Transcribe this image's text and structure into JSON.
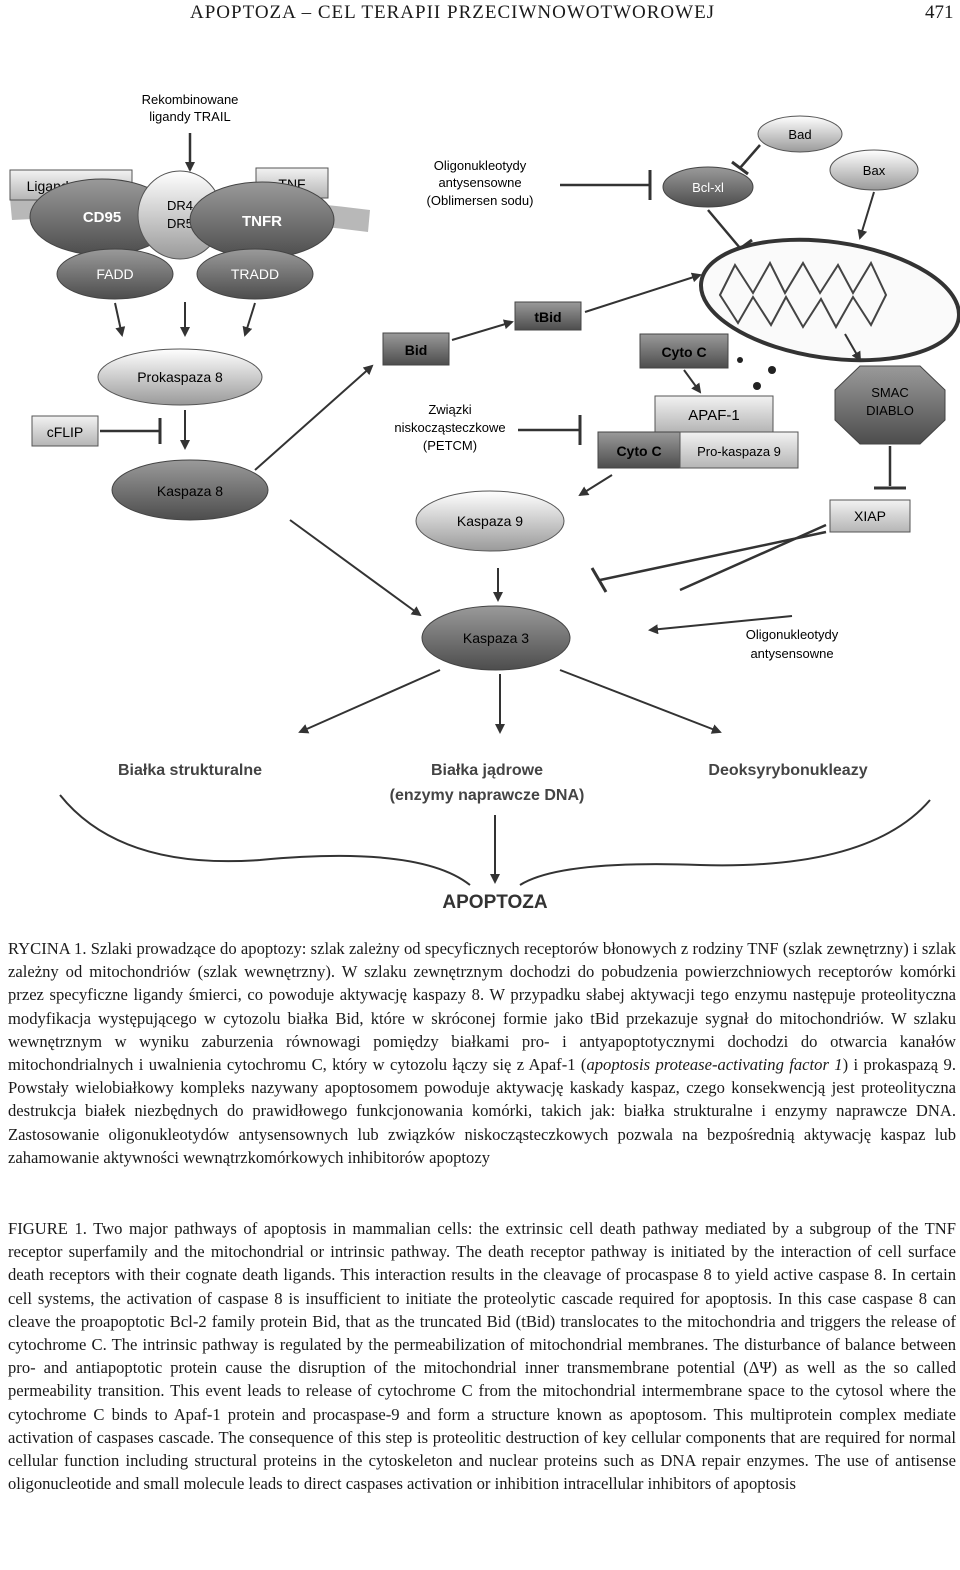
{
  "header": {
    "title": "APOPTOZA – CEL TERAPII PRZECIWNOWOTWOROWEJ",
    "page_number": "471"
  },
  "figure": {
    "recombinant_label_line1": "Rekombinowane",
    "recombinant_label_line2": "ligandy TRAIL",
    "ligand_cd95": "Ligandy CD95",
    "tnf": "TNF",
    "cd95": "CD95",
    "dr4": "DR4",
    "dr5": "DR5",
    "tnfr": "TNFR",
    "fadd": "FADD",
    "tradd": "TRADD",
    "prokaspaza8": "Prokaspaza 8",
    "cflip": "cFLIP",
    "kaspaza8": "Kaspaza 8",
    "bid": "Bid",
    "tbid": "tBid",
    "oligo1_line1": "Oligonukleotydy",
    "oligo1_line2": "antysensowne",
    "oligo1_line3": "(Oblimersen sodu)",
    "bad": "Bad",
    "bax": "Bax",
    "bclxl": "Bcl-xl",
    "cytoc_top": "Cyto C",
    "smac_line1": "SMAC",
    "smac_line2": "DIABLO",
    "small_mol_line1": "Związki",
    "small_mol_line2": "niskocząsteczkowe",
    "small_mol_line3": "(PETCM)",
    "apaf1": "APAF-1",
    "cytoc_complex": "Cyto C",
    "prokaspaza9": "Pro-kaspaza 9",
    "xiap": "XIAP",
    "kaspaza9": "Kaspaza 9",
    "kaspaza3": "Kaspaza 3",
    "oligo2_line1": "Oligonukleotydy",
    "oligo2_line2": "antysensowne",
    "structural": "Białka strukturalne",
    "nuclear_line1": "Białka jądrowe",
    "nuclear_line2": "(enzymy naprawcze DNA)",
    "deoxy": "Deoksyrybonukleazy",
    "apoptoza": "APOPTOZA"
  },
  "caption_pl": {
    "lead": "RYCINA 1.",
    "text_a": " Szlaki prowadzące do apoptozy: szlak zależny od specyficznych receptorów błonowych z rodziny TNF (szlak zewnętrzny) i szlak zależny od mitochondriów (szlak wewnętrzny). W szlaku zewnętrznym dochodzi do pobudzenia powierzchniowych receptorów komórki przez specyficzne ligandy śmierci, co powoduje aktywację kaspazy 8. W przypadku słabej aktywacji tego enzymu następuje proteolityczna modyfikacja występującego w cytozolu białka Bid, które w skróconej formie jako tBid przekazuje sygnał do mitochondriów. W szlaku wewnętrznym w wyniku zaburzenia równowagi pomiędzy białkami pro- i antyapoptotycznymi dochodzi do otwarcia kanałów mitochondrialnych i uwalnienia cytochromu C, który w cytozolu łączy się z Apaf-1 (",
    "italic": "apoptosis protease-activating factor 1",
    "text_b": ") i prokaspazą 9. Powstały wielobiałkowy kompleks nazywany apoptosomem powoduje aktywację kaskady kaspaz, czego konsekwencją jest proteolityczna destrukcja białek niezbędnych do prawidłowego funkcjonowania komórki, takich jak: białka strukturalne i enzymy naprawcze DNA. Zastosowanie oligonukleotydów antysensownych lub związków niskocząsteczkowych pozwala na bezpośrednią aktywację kaspaz lub zahamowanie aktywności wewnątrzkomórkowych inhibitorów apoptozy"
  },
  "caption_en": {
    "lead": "FIGURE 1.",
    "text": " Two major pathways of apoptosis in mammalian cells: the extrinsic cell death pathway mediated by a subgroup of the TNF receptor superfamily and the mitochondrial or intrinsic pathway. The death receptor pathway is initiated by the interaction of cell surface death receptors with their cognate death ligands. This interaction results in the cleavage of procaspase 8 to yield active caspase 8. In certain cell systems, the activation of caspase 8 is insufficient to initiate the proteolytic cascade required for apoptosis. In this case caspase 8 can cleave the proapoptotic Bcl-2 family protein Bid, that as the truncated Bid (tBid) translocates to the mitochondria and triggers the release of  cytochrome C. The intrinsic pathway is regulated by the permeabilization of mitochondrial membranes. The disturbance of balance between pro- and antiapoptotic protein cause the disruption of the mitochondrial inner transmembrane potential (ΔΨ) as well as the so called permeability transition. This event leads to release of cytochrome C from the mitochondrial intermembrane space to the cytosol where the cytochrome C binds to Apaf-1 protein and procaspase-9 and form a structure known as apoptosom. This multiprotein complex mediate activation  of caspases cascade. The consequence of this step is proteolitic destruction of key cellular components that are required for normal cellular function including structural proteins in the cytoskeleton and nuclear proteins such as DNA repair enzymes. The use of antisense oligonucleotide and small molecule leads to direct caspases activation or inhibition intracellular inhibitors of apoptosis"
  }
}
